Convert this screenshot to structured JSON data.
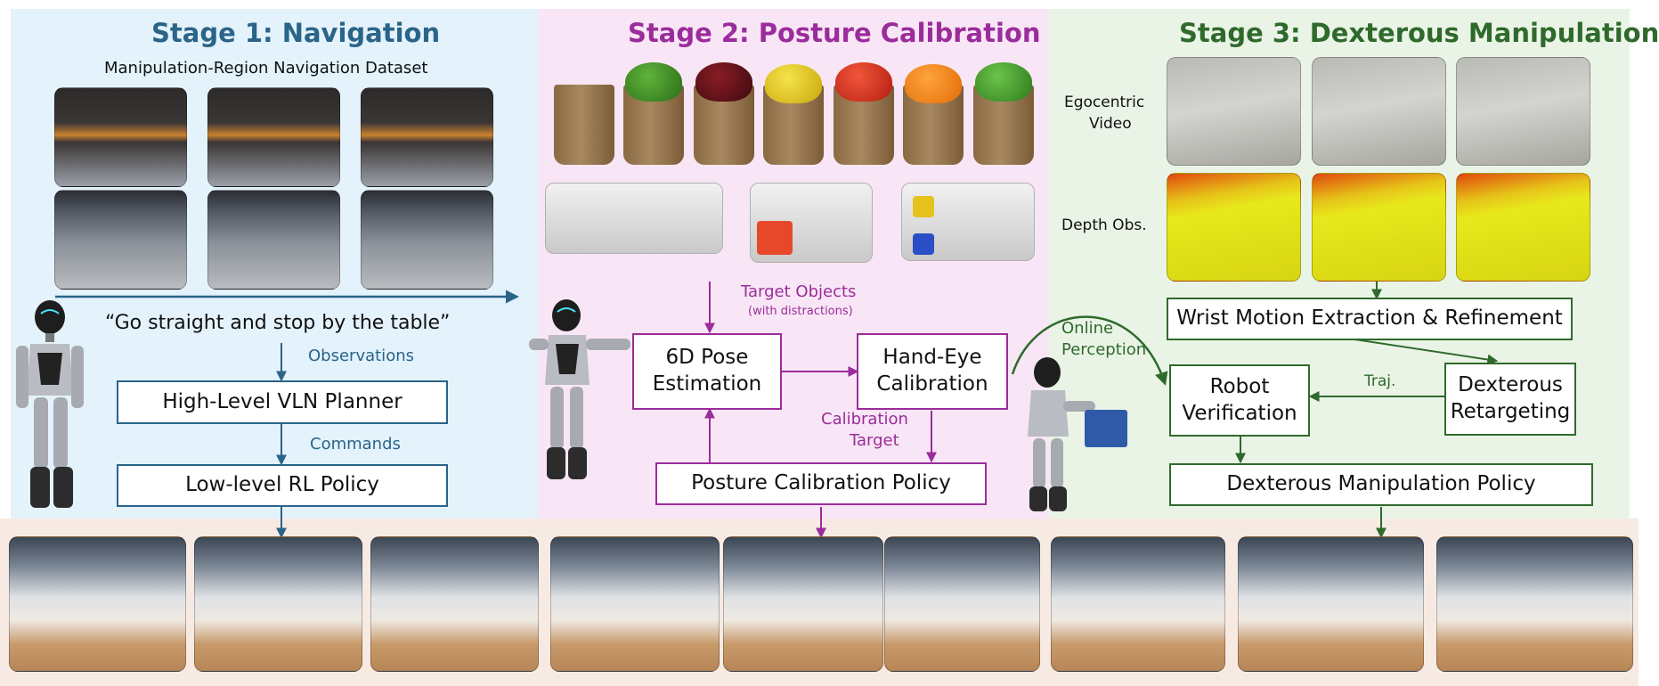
{
  "stage1": {
    "title": "Stage 1:  Navigation",
    "dataset_label": "Manipulation-Region Navigation Dataset",
    "instruction": "“Go straight and stop by the table”",
    "observations_label": "Observations",
    "planner_label": "High-Level  VLN Planner",
    "commands_label": "Commands",
    "policy_label": "Low-level RL Policy"
  },
  "stage2": {
    "title": "Stage 2:  Posture Calibration",
    "target_objects_label": "Target Objects",
    "distractions_label": "(with distractions)",
    "pose_label_line1": "6D Pose",
    "pose_label_line2": "Estimation",
    "handeye_label_line1": "Hand-Eye",
    "handeye_label_line2": "Calibration",
    "calib_target_line1": "Calibration",
    "calib_target_line2": "Target",
    "policy_label": "Posture Calibration Policy"
  },
  "stage3": {
    "title": "Stage 3:  Dexterous Manipulation",
    "ego_label_line1": "Egocentric",
    "ego_label_line2": "Video",
    "depth_label": "Depth Obs.",
    "wrist_label": "Wrist Motion Extraction & Refinement",
    "online_label_line1": "Online",
    "online_label_line2": "Perception",
    "verify_line1": "Robot",
    "verify_line2": "Verification",
    "traj_label": "Traj.",
    "retarget_line1": "Dexterous",
    "retarget_line2": "Retargeting",
    "policy_label": "Dexterous Manipulation Policy"
  },
  "colors": {
    "stage1_bg": "#e3f2fb",
    "stage2_bg": "#f8e6f6",
    "stage3_bg": "#eaf4e6",
    "stage1_accent": "#2a6489",
    "stage2_accent": "#9b2c9b",
    "stage3_accent": "#2f6a2c",
    "bottom_bg": "#f7eae3"
  }
}
